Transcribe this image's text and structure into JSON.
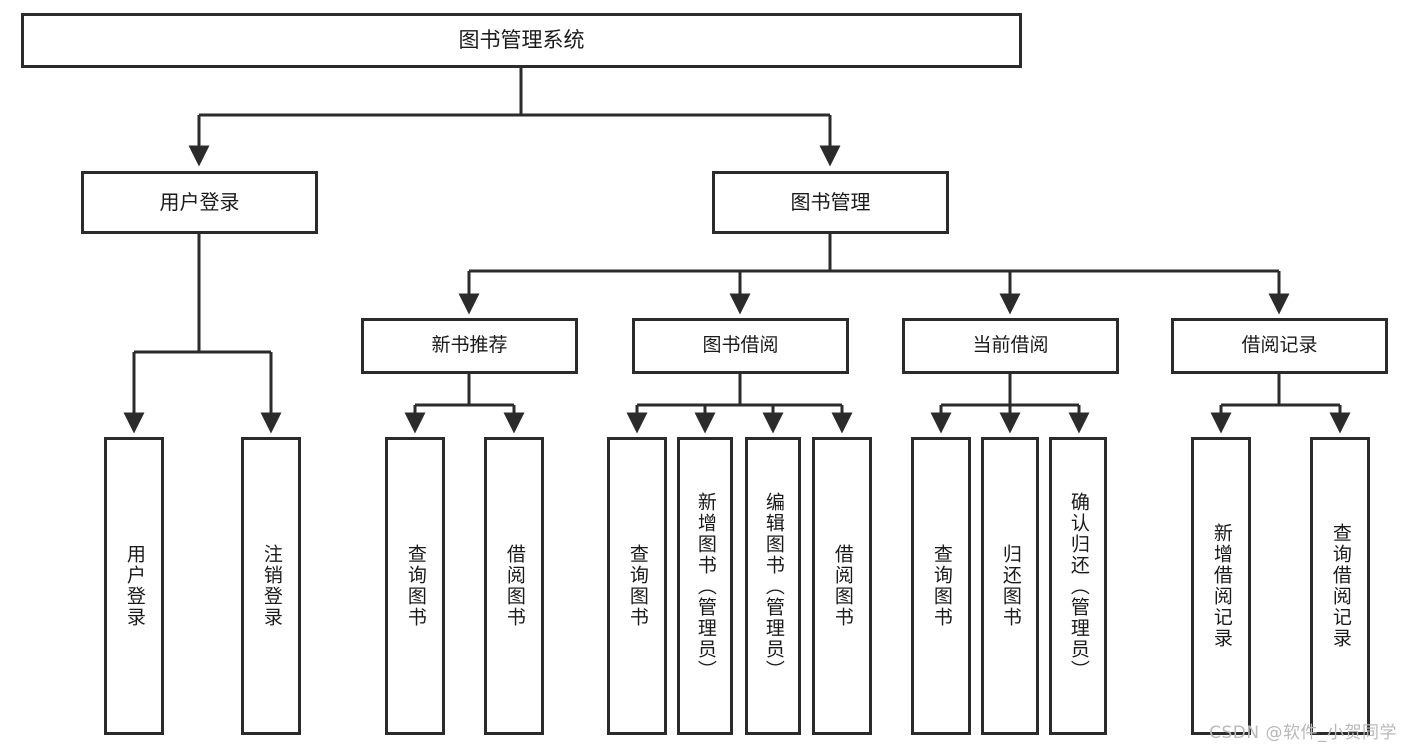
{
  "diagram": {
    "title": "图书管理系统",
    "type": "tree-hierarchy",
    "root": {
      "label": "图书管理系统"
    },
    "level2": [
      {
        "label": "用户登录"
      },
      {
        "label": "图书管理"
      }
    ],
    "level3": [
      {
        "label": "新书推荐"
      },
      {
        "label": "图书借阅"
      },
      {
        "label": "当前借阅"
      },
      {
        "label": "借阅记录"
      }
    ],
    "leaves": {
      "user_login": [
        {
          "label": "用户登录"
        },
        {
          "label": "注销登录"
        }
      ],
      "new_book_recommend": [
        {
          "label": "查询图书"
        },
        {
          "label": "借阅图书"
        }
      ],
      "book_borrow": [
        {
          "label": "查询图书"
        },
        {
          "label": "新增图书（管理员）"
        },
        {
          "label": "编辑图书（管理员）"
        },
        {
          "label": "借阅图书"
        }
      ],
      "current_borrow": [
        {
          "label": "查询图书"
        },
        {
          "label": "归还图书"
        },
        {
          "label": "确认归还（管理员）"
        }
      ],
      "borrow_records": [
        {
          "label": "新增借阅记录"
        },
        {
          "label": "查询借阅记录"
        }
      ]
    }
  },
  "watermark": {
    "text": "CSDN @软件_小贺同学"
  },
  "colors": {
    "stroke": "#2b2b2b",
    "background": "#ffffff",
    "text": "#1a1a1a",
    "watermark": "#b9b9b9"
  }
}
